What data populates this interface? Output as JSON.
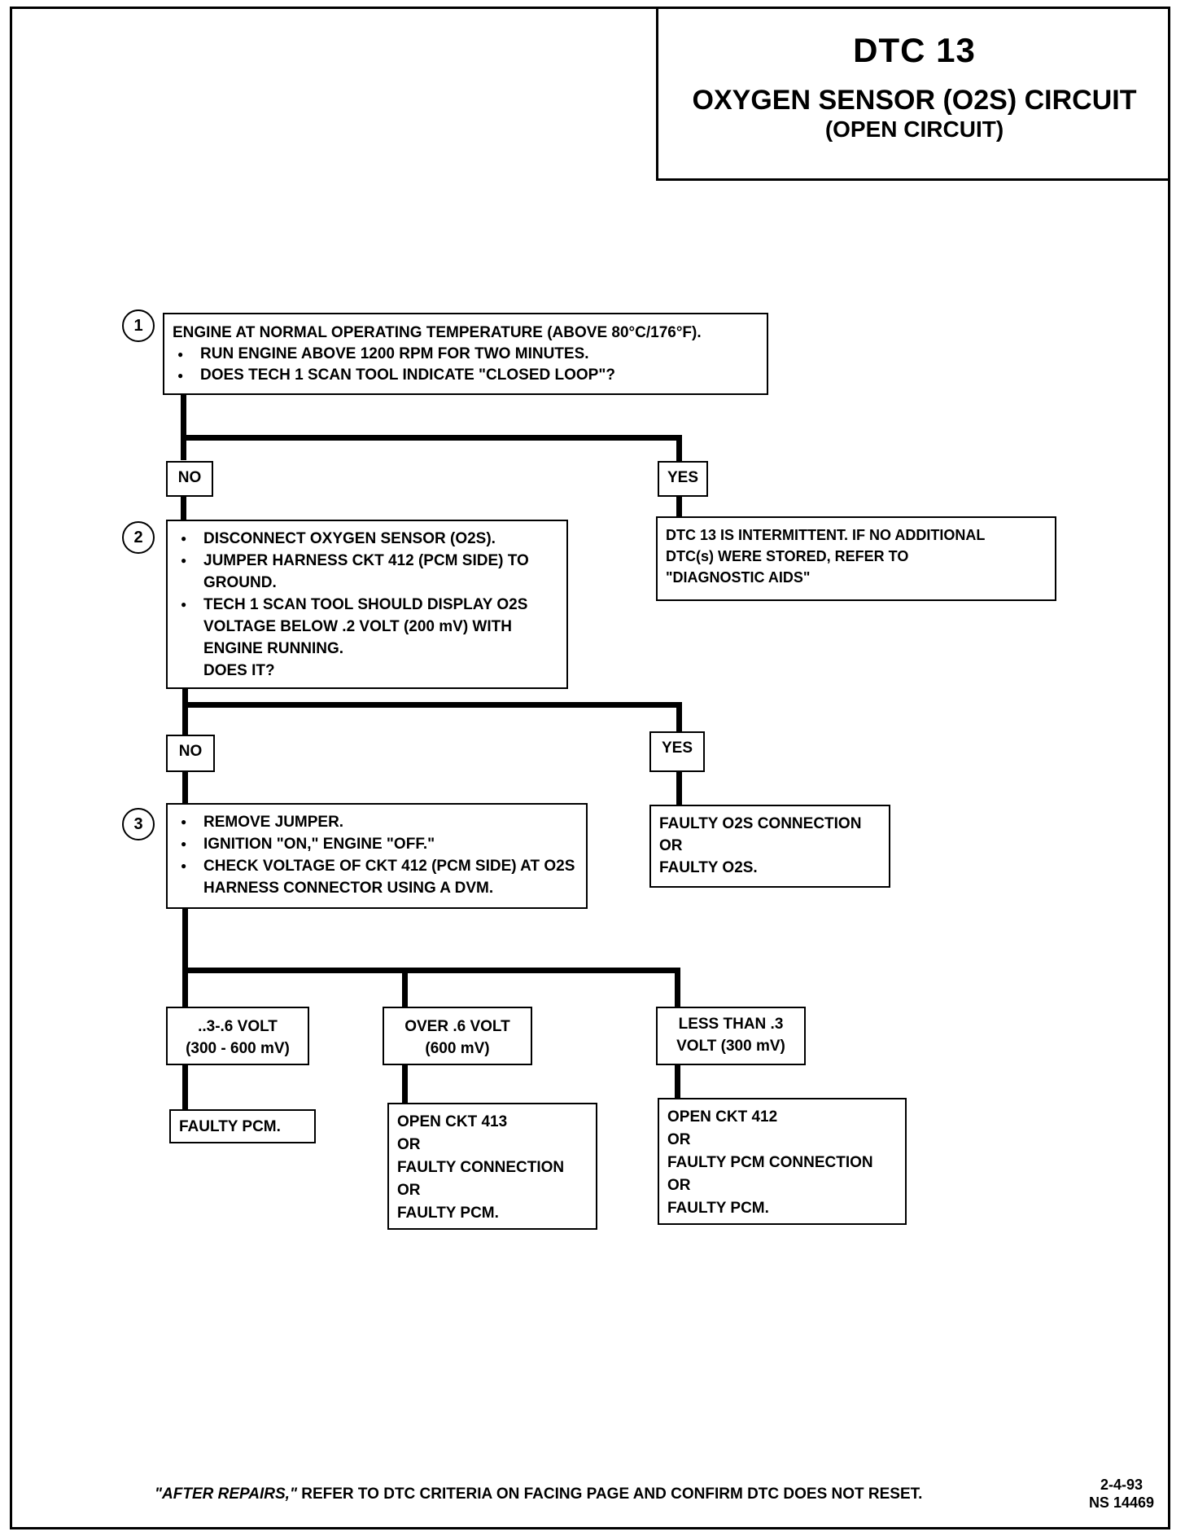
{
  "header": {
    "code": "DTC 13",
    "title": "OXYGEN SENSOR (O2S) CIRCUIT",
    "subtitle": "(OPEN CIRCUIT)"
  },
  "steps": {
    "step1": {
      "number": "1",
      "lead": "ENGINE AT NORMAL OPERATING TEMPERATURE (ABOVE 80°C/176°F).",
      "bullets": [
        "RUN ENGINE ABOVE 1200 RPM FOR TWO MINUTES.",
        "DOES TECH 1 SCAN TOOL INDICATE \"CLOSED LOOP\"?"
      ]
    },
    "step2": {
      "number": "2",
      "bullets": [
        "DISCONNECT OXYGEN SENSOR (O2S).",
        "JUMPER HARNESS CKT 412 (PCM SIDE) TO GROUND.",
        "TECH 1 SCAN TOOL SHOULD DISPLAY O2S VOLTAGE BELOW .2 VOLT (200 mV) WITH ENGINE RUNNING."
      ],
      "question": "DOES IT?"
    },
    "step3": {
      "number": "3",
      "bullets": [
        "REMOVE JUMPER.",
        "IGNITION \"ON,\" ENGINE \"OFF.\"",
        "CHECK VOLTAGE OF CKT 412 (PCM SIDE) AT O2S HARNESS CONNECTOR USING A DVM."
      ]
    }
  },
  "labels": {
    "no": "NO",
    "yes": "YES"
  },
  "results": {
    "intermittent": [
      "DTC 13 IS INTERMITTENT. IF NO ADDITIONAL",
      "DTC(s) WERE STORED, REFER TO",
      "\"DIAGNOSTIC AIDS\""
    ],
    "faulty_o2s": [
      "FAULTY O2S CONNECTION",
      "OR",
      "FAULTY O2S."
    ],
    "range_mid": [
      "..3-.6 VOLT",
      "(300 - 600 mV)"
    ],
    "range_over": [
      "OVER .6 VOLT",
      "(600 mV)"
    ],
    "range_less": [
      "LESS THAN .3",
      "VOLT (300 mV)"
    ],
    "faulty_pcm": "FAULTY PCM.",
    "open_413": [
      "OPEN CKT 413",
      "OR",
      "FAULTY CONNECTION",
      "OR",
      "FAULTY PCM."
    ],
    "open_412": [
      "OPEN CKT 412",
      "OR",
      "FAULTY PCM CONNECTION",
      "OR",
      "FAULTY PCM."
    ]
  },
  "footer": {
    "emphasis": "\"AFTER REPAIRS,\"",
    "text": " REFER TO DTC CRITERIA ON FACING PAGE AND CONFIRM DTC DOES NOT RESET.",
    "date": "2-4-93",
    "ref": "NS 14469"
  }
}
